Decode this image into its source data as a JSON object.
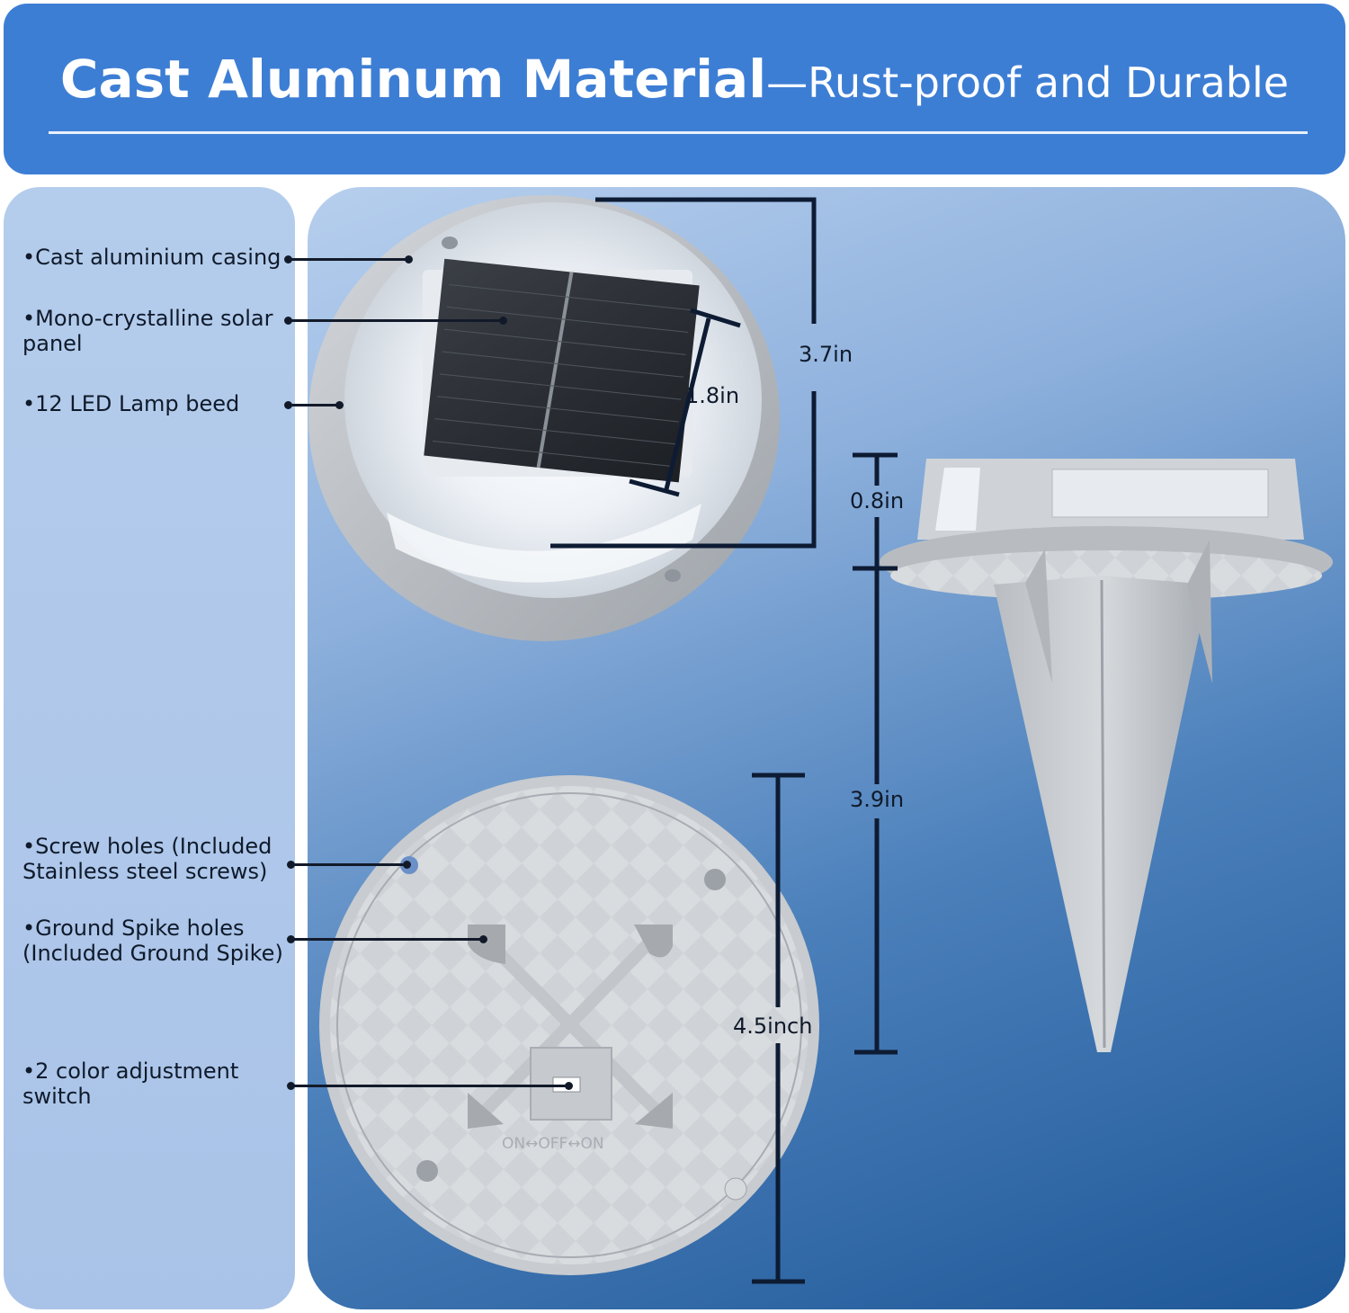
{
  "header": {
    "title_bold": "Cast Aluminum Material",
    "title_rest": "—Rust-proof and Durable"
  },
  "features": [
    {
      "lines": [
        "•Cast aluminium casing"
      ]
    },
    {
      "lines": [
        "•Mono-crystalline solar",
        "panel"
      ]
    },
    {
      "lines": [
        "•12 LED Lamp beed"
      ]
    },
    {
      "lines": [
        "•Screw holes (Included",
        "Stainless steel screws)"
      ]
    },
    {
      "lines": [
        "•Ground Spike holes",
        "(Included Ground Spike)"
      ]
    },
    {
      "lines": [
        "•2 color adjustment",
        "switch"
      ]
    }
  ],
  "dimensions": {
    "diameter": "3.7in",
    "panel": "1.8in",
    "height": "0.8in",
    "spike": "3.9in",
    "overall": "4.5inch"
  },
  "switch_label": "ON↔OFF↔ON",
  "colors": {
    "banner": "#3d7ed5",
    "left_panel": "#b0c8ea",
    "main_gradient_start": "#b7cfee",
    "main_gradient_end": "#1f5898",
    "dimension_line": "#0d1b33",
    "aluminum": "#b4b8bd"
  }
}
